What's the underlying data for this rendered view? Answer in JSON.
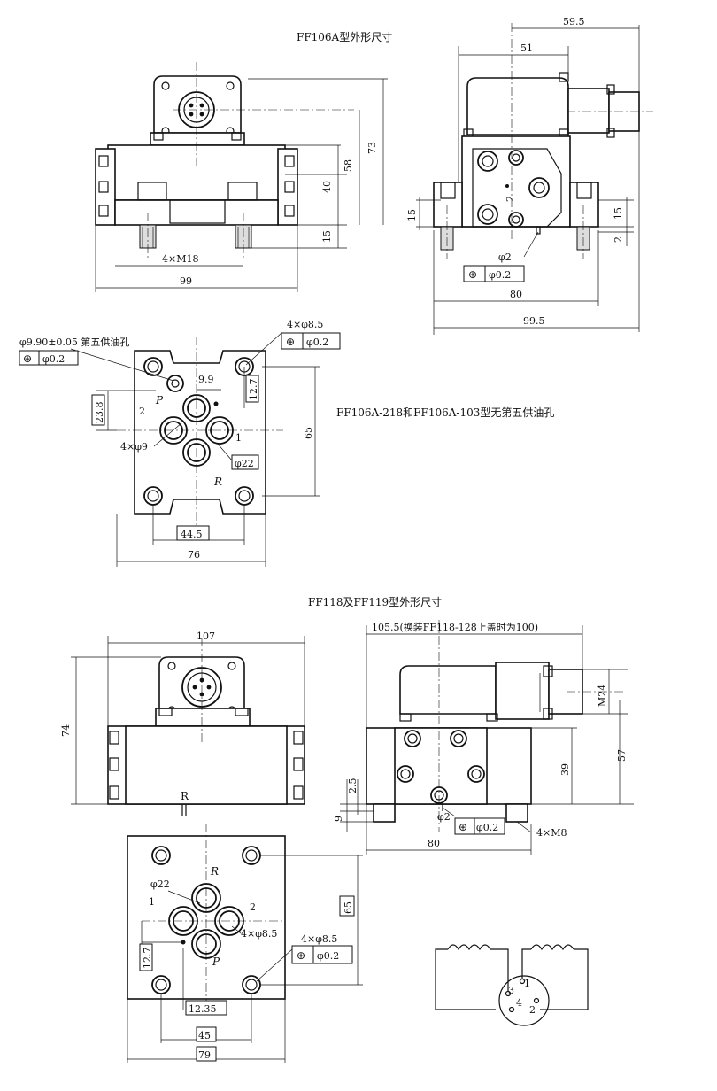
{
  "titles": {
    "ff106": "FF106A型外形尺寸",
    "note_no_fifth": "FF106A-218和FF106A-103型无第五供油孔",
    "ff118": "FF118及FF119型外形尺寸"
  },
  "ff106_front": {
    "dim_width": "99",
    "dim_height_40": "40",
    "dim_height_58": "58",
    "dim_height_73": "73",
    "dim_height_15": "15",
    "thread": "4×M18"
  },
  "ff106_side": {
    "dim_59_5": "59.5",
    "dim_51": "51",
    "dim_15_left": "15",
    "dim_15_right": "15",
    "dim_2_vert": "2",
    "dim_2_small": "2",
    "tol_diam": "φ2",
    "tol_symbol": "⊕",
    "tol_value": "φ0.2",
    "dim_80": "80",
    "dim_99_5": "99.5"
  },
  "ff106_plan": {
    "fifth_hole": "φ9.90±0.05 第五供油孔",
    "fifth_tol_symbol": "⊕",
    "fifth_tol_value": "φ0.2",
    "holes_label": "4×φ8.5",
    "holes_tol_symbol": "⊕",
    "holes_tol_value": "φ0.2",
    "dim_9_9": "9.9",
    "dim_12_7": "12.7",
    "dim_23_8": "23.8",
    "dim_65": "65",
    "port_p": "P",
    "port_2": "2",
    "port_1": "1",
    "port_r": "R",
    "port_holes": "4×φ9",
    "port_circle": "φ22",
    "dim_44_5": "44.5",
    "dim_76": "76"
  },
  "ff118_front": {
    "dim_107": "107",
    "dim_74": "74",
    "port_r": "R"
  },
  "ff118_side": {
    "dim_top": "105.5(换装FF118-128上盖时为100)",
    "dim_m24": "M24",
    "dim_57": "57",
    "dim_39": "39",
    "dim_2_5": "2.5",
    "dim_9": "9",
    "tol_diam": "φ2",
    "tol_symbol": "⊕",
    "tol_value": "φ0.2",
    "thread": "4×M8",
    "dim_80": "80"
  },
  "ff118_plan": {
    "port_r": "R",
    "port_circle": "φ22",
    "port_1": "1",
    "port_2": "2",
    "port_holes": "4×φ8.5",
    "port_p": "P",
    "dim_12_7": "12.7",
    "dim_65": "65",
    "holes_label": "4×φ8.5",
    "holes_tol_symbol": "⊕",
    "holes_tol_value": "φ0.2",
    "dim_12_35": "12.35",
    "dim_45": "45",
    "dim_79": "79"
  },
  "wiring": {
    "pin_1": "1",
    "pin_2": "2",
    "pin_3": "3",
    "pin_4": "4"
  }
}
